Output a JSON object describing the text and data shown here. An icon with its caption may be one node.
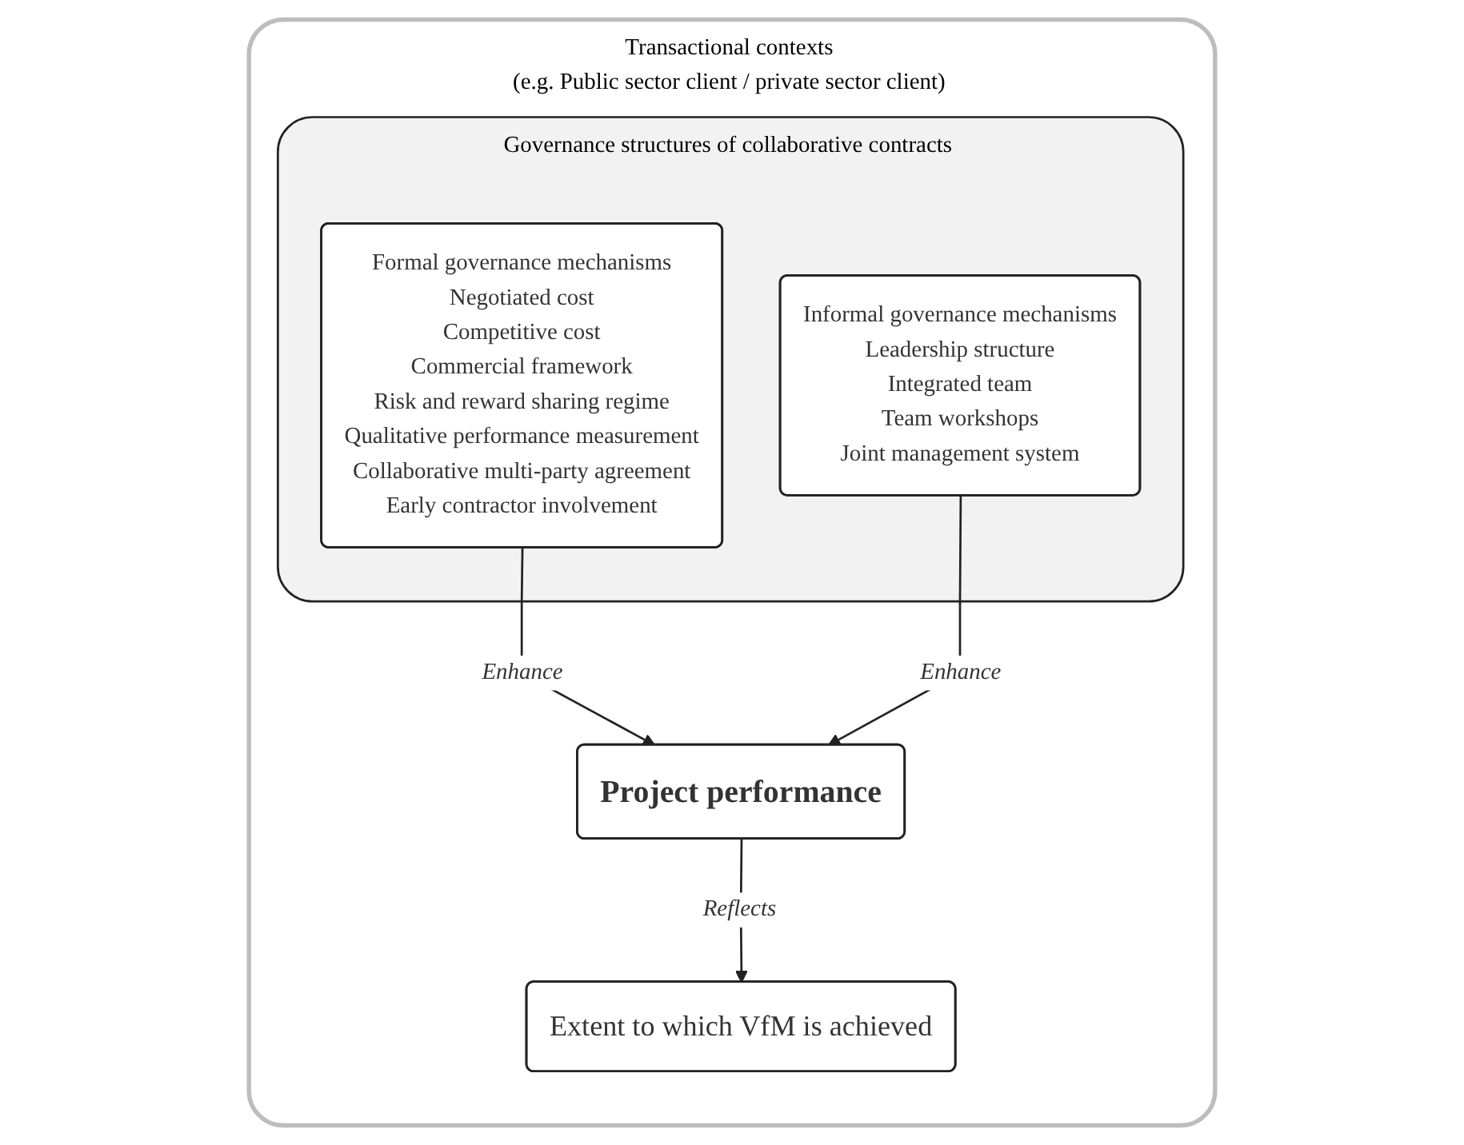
{
  "diagram": {
    "nodes": [
      {
        "text": [
          "Transactional contexts",
          "(e.g. Public sector client / private sector client)"
        ]
      },
      {
        "text": [
          "Governance structures of collaborative contracts"
        ],
        "in": 0
      },
      {
        "text": [
          "Formal governance mechanisms",
          "Negotiated cost",
          "Competitive cost",
          "Commercial framework",
          "Risk and reward sharing regime",
          "Qualitative performance measurement",
          "Collaborative multi-party agreement",
          "Early contractor involvement"
        ],
        "in": 1
      },
      {
        "text": [
          "Informal governance mechanisms",
          "Leadership structure",
          "Integrated team",
          "Team workshops",
          "Joint management system"
        ],
        "in": 1
      },
      {
        "text": [
          "Project performance"
        ],
        "in": 0
      },
      {
        "text": [
          "Extent to which VfM is achieved"
        ],
        "in": 0
      }
    ],
    "edges": [
      {
        "from": 2,
        "to": 4,
        "label": "Enhance",
        "arrow": "to"
      },
      {
        "from": 3,
        "to": 4,
        "label": "Enhance",
        "arrow": "to"
      },
      {
        "from": 4,
        "to": 5,
        "label": "Reflects",
        "arrow": "to"
      }
    ]
  }
}
